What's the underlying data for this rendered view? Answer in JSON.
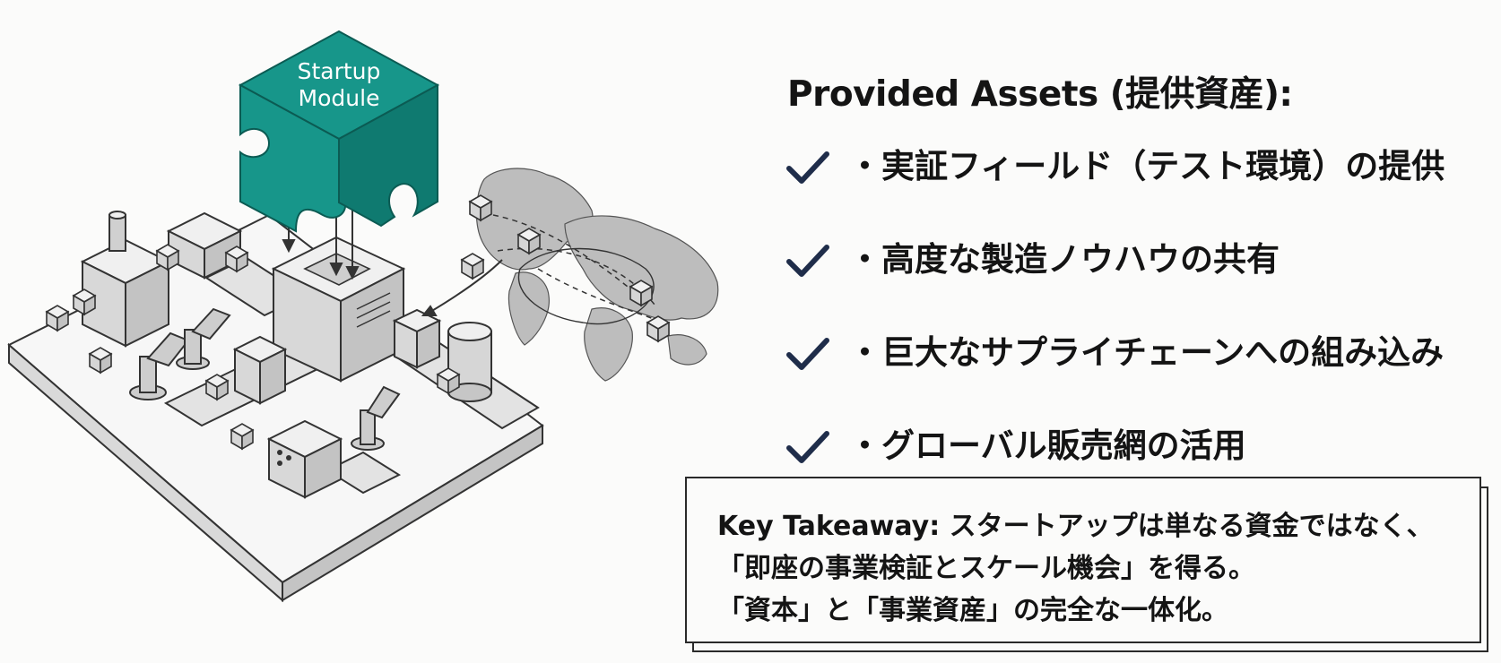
{
  "illustration": {
    "module_label_line1": "Startup",
    "module_label_line2": "Module",
    "module_color": "#17968a",
    "module_side_color": "#0f7a70"
  },
  "title": "Provided Assets (提供資産):",
  "check_color": "#1f2d4a",
  "assets": [
    {
      "label": "・実証フィールド（テスト環境）の提供",
      "icon": "checkmark-icon"
    },
    {
      "label": "・高度な製造ノウハウの共有",
      "icon": "checkmark-icon"
    },
    {
      "label": "・巨大なサプライチェーンへの組み込み",
      "icon": "checkmark-icon"
    },
    {
      "label": "・グローバル販売網の活用",
      "icon": "checkmark-icon"
    }
  ],
  "takeaway": {
    "line1": "Key Takeaway: スタートアップは単なる資金ではなく、",
    "line2": "「即座の事業検証とスケール機会」を得る。",
    "line3": "「資本」と「事業資産」の完全な一体化。"
  }
}
